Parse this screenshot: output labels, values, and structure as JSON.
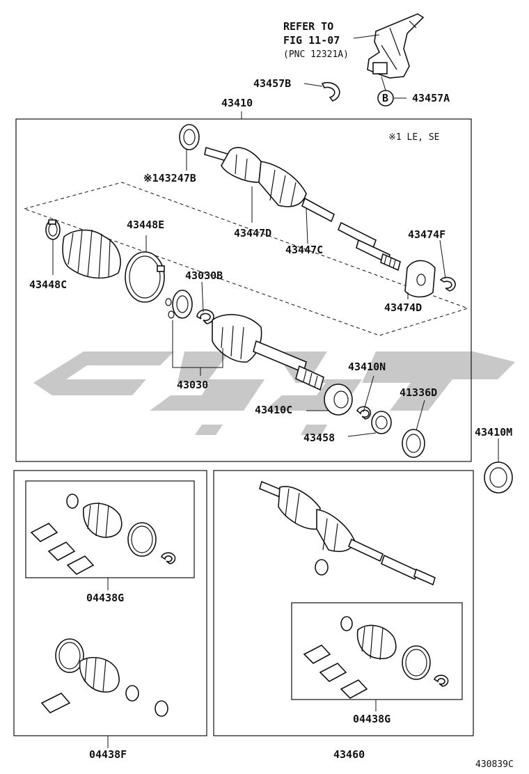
{
  "ref_note": {
    "line1": "REFER TO",
    "line2": "FIG 11-07",
    "line3": "(PNC 12321A)"
  },
  "note_mark": "※1 LE, SE",
  "watermark_text": "جی‌دکو",
  "drawing_number": "430839C",
  "callout_letter": "B",
  "labels": {
    "p43457B": "43457B",
    "p43457A": "43457A",
    "p43410": "43410",
    "p43247B": "※143247B",
    "p43448E": "43448E",
    "p43447D": "43447D",
    "p43447C": "43447C",
    "p43474F": "43474F",
    "p43448C": "43448C",
    "p43030B": "43030B",
    "p43474D": "43474D",
    "p43410N": "43410N",
    "p41336D": "41336D",
    "p43030": "43030",
    "p43410C": "43410C",
    "p43410M": "43410M",
    "p43458": "43458",
    "p04438G_left": "04438G",
    "p04438F": "04438F",
    "p04438G_right": "04438G",
    "p43460": "43460"
  },
  "colors": {
    "line": "#111111",
    "watermark": "#c8c8c8",
    "background": "#ffffff"
  }
}
